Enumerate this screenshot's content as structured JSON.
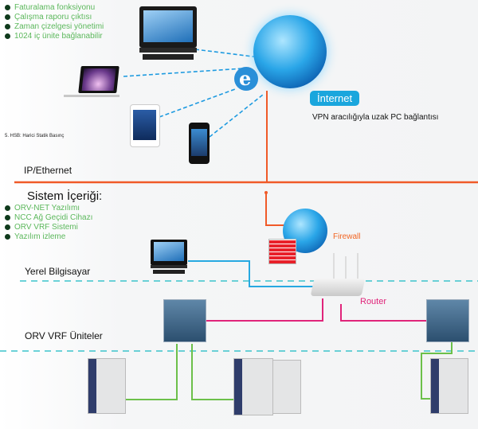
{
  "features": [
    "Faturalama fonksiyonu",
    "Çalışma raporu çıktısı",
    "Zaman çizelgesi yönetimi",
    "1024 iç ünite bağlanabilir"
  ],
  "footnote": "5. HSB: Harici Statik Basınç",
  "internet": {
    "badge": "İnternet",
    "description": "VPN aracılığıyla uzak PC bağlantısı"
  },
  "layers": {
    "ip_ethernet": "IP/Ethernet",
    "local_pc": "Yerel Bilgisayar",
    "vrf_units": "ORV VRF Üniteler"
  },
  "system": {
    "title": "Sistem İçeriği:",
    "items": [
      "ORV-NET Yazılımı",
      "NCC Ağ Geçidi Cihazı",
      "ORV VRF Sistemi",
      "Yazılım izleme"
    ]
  },
  "devices": {
    "firewall": "Firewall",
    "router": "Router"
  },
  "colors": {
    "ethernet_line": "#f05a28",
    "wifi_dashed": "#1e9be0",
    "layer_divider": "#3cc4cc",
    "lan_line": "#27a9e1",
    "gateway_line": "#e0247a",
    "unit_line": "#6cc04a",
    "feature_text": "#5cb85c",
    "badge_bg": "#1aa6dd"
  }
}
